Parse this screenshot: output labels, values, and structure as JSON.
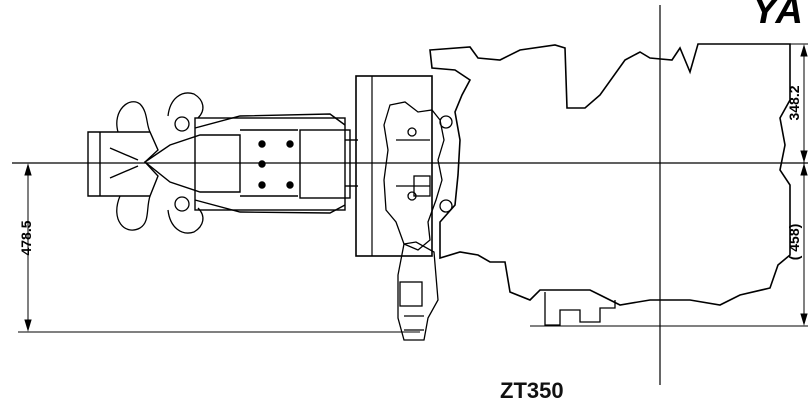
{
  "diagram": {
    "brand_text": "YA",
    "model_label": "ZT350",
    "dimensions": {
      "left_height": "478.5",
      "right_upper": "348.2",
      "right_lower": "( 458)"
    }
  }
}
